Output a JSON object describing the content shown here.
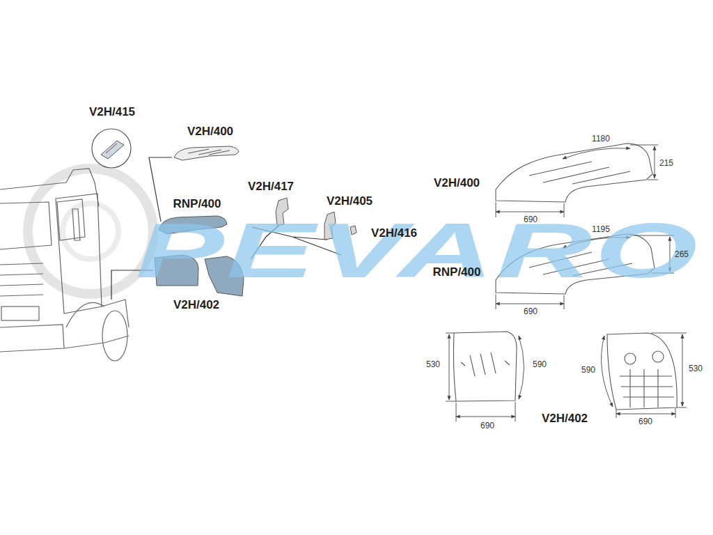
{
  "diagram": {
    "labels": [
      "V2H/415",
      "V2H/400",
      "RNP/400",
      "V2H/417",
      "V2H/405",
      "V2H/416",
      "V2H/402",
      "V2H/400",
      "1180",
      "215",
      "690",
      "RNP/400",
      "1195",
      "265",
      "690",
      "530",
      "590",
      "690",
      "590",
      "V2H/402",
      "530",
      "690",
      "PEVARO"
    ]
  }
}
